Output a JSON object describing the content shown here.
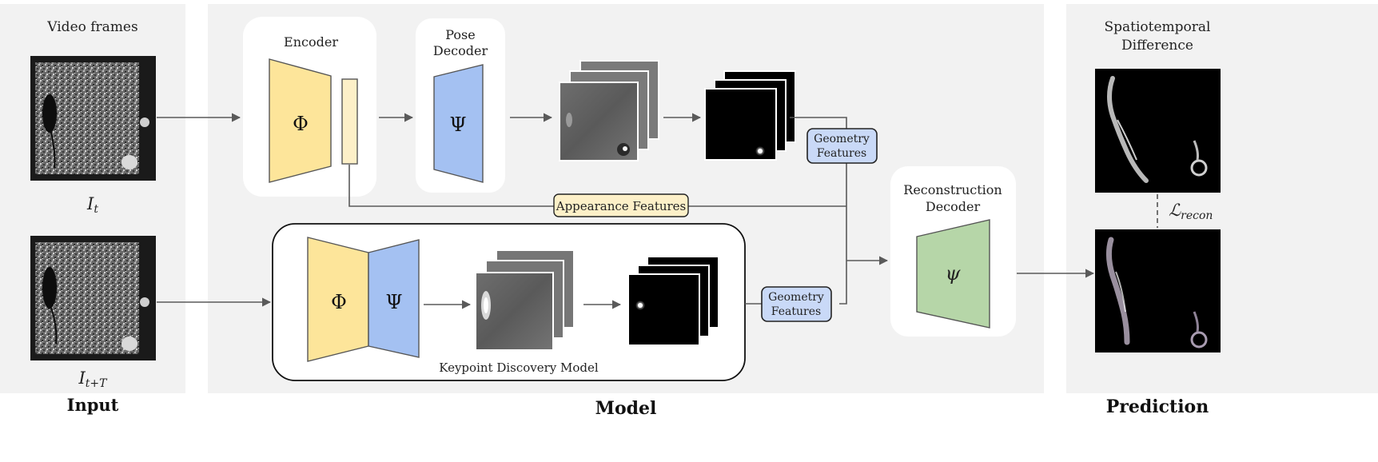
{
  "input": {
    "section_label": "Input",
    "heading": "Video frames",
    "frame_top_label": "I_t",
    "frame_bottom_label": "I_{t+T}"
  },
  "model": {
    "section_label": "Model",
    "encoder": {
      "title": "Encoder",
      "symbol": "Φ"
    },
    "pose_decoder": {
      "title_line1": "Pose",
      "title_line2": "Decoder",
      "symbol": "Ψ"
    },
    "geometry_top": {
      "line1": "Geometry",
      "line2": "Features"
    },
    "appearance": {
      "label": "Appearance Features"
    },
    "keypoint_model": {
      "title": "Keypoint Discovery Model",
      "phi": "Φ",
      "psi": "Ψ"
    },
    "geometry_bottom": {
      "line1": "Geometry",
      "line2": "Features"
    },
    "reconstruction": {
      "title_line1": "Reconstruction",
      "title_line2": "Decoder",
      "symbol": "ψ"
    }
  },
  "prediction": {
    "section_label": "Prediction",
    "heading_line1": "Spatiotemporal",
    "heading_line2": "Difference",
    "loss_label": "ℒ",
    "loss_sub": "recon"
  },
  "colors": {
    "panel_bg": "#f2f2f2",
    "encoder_yellow": "#fde59a",
    "decoder_blue": "#a4c1f2",
    "recon_green": "#b6d6a8",
    "tag_blue": "#c9d9f7",
    "tag_yellow": "#fdf0c8"
  }
}
